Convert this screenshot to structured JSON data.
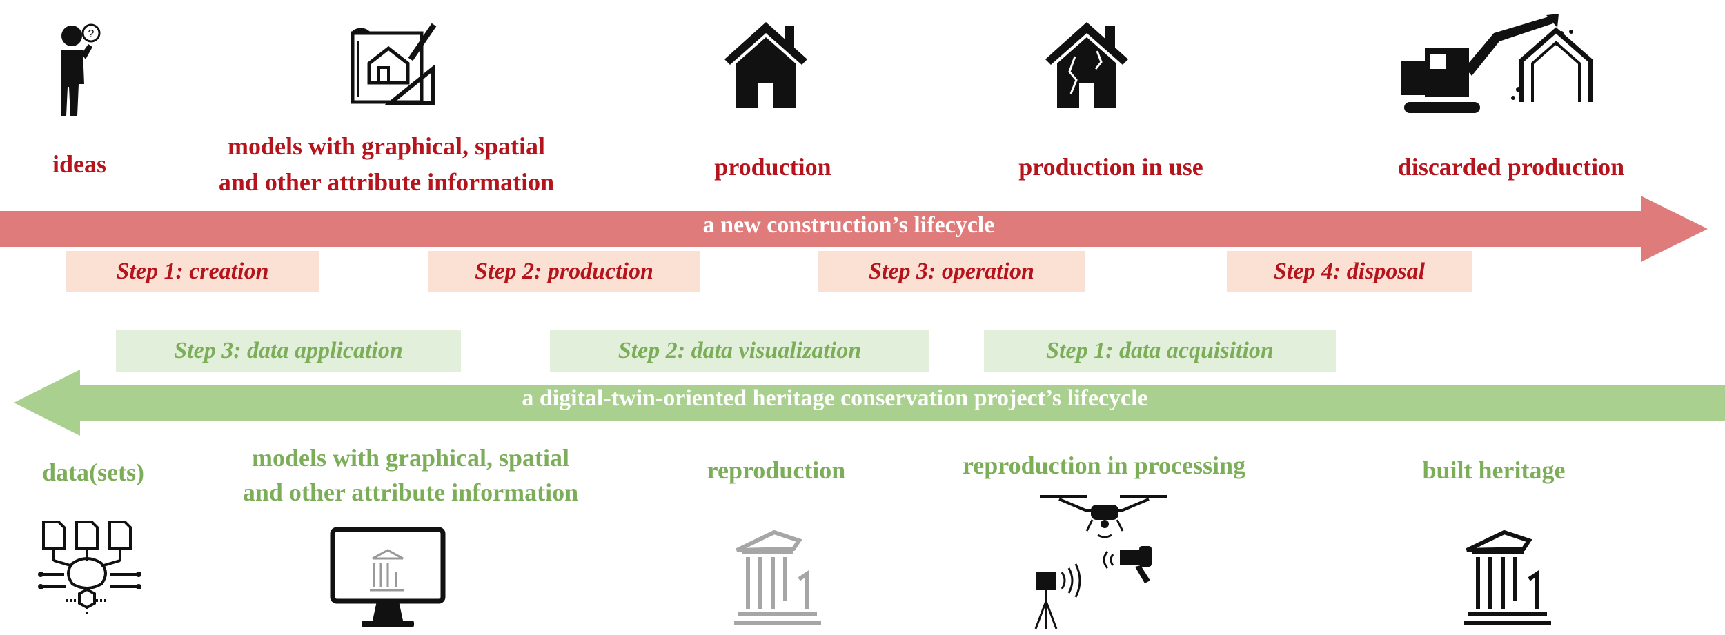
{
  "top": {
    "labels": {
      "ideas": "ideas",
      "models_line1": "models with graphical, spatial",
      "models_line2": "and other attribute information",
      "production": "production",
      "production_in_use": "production in use",
      "discarded": "discarded production"
    },
    "arrow_label": "a new construction’s lifecycle",
    "steps": [
      "Step 1: creation",
      "Step 2: production",
      "Step 3: operation",
      "Step 4: disposal"
    ]
  },
  "bottom": {
    "steps": [
      "Step 3: data application",
      "Step 2: data visualization",
      "Step 1: data acquisition"
    ],
    "arrow_label": "a digital-twin-oriented heritage conservation project’s lifecycle",
    "labels": {
      "datasets": "data(sets)",
      "models_line1": "models with graphical, spatial",
      "models_line2": "and other attribute information",
      "reproduction": "reproduction",
      "reproduction_processing": "reproduction in processing",
      "built_heritage": "built heritage"
    }
  },
  "colors": {
    "red_text": "#b5141c",
    "red_arrow": "#e07b7c",
    "red_step_bg": "#fbe0d4",
    "green_text": "#7cae59",
    "green_arrow": "#a9d08e",
    "green_step_bg": "#e2efda"
  },
  "icons": [
    "thinking-person-icon",
    "blueprint-drawing-icon",
    "house-icon",
    "cracked-house-icon",
    "excavator-demolition-icon",
    "dataset-network-icon",
    "monitor-temple-icon",
    "ruined-temple-grey-icon",
    "drone-scanner-icon",
    "ruined-temple-icon"
  ]
}
